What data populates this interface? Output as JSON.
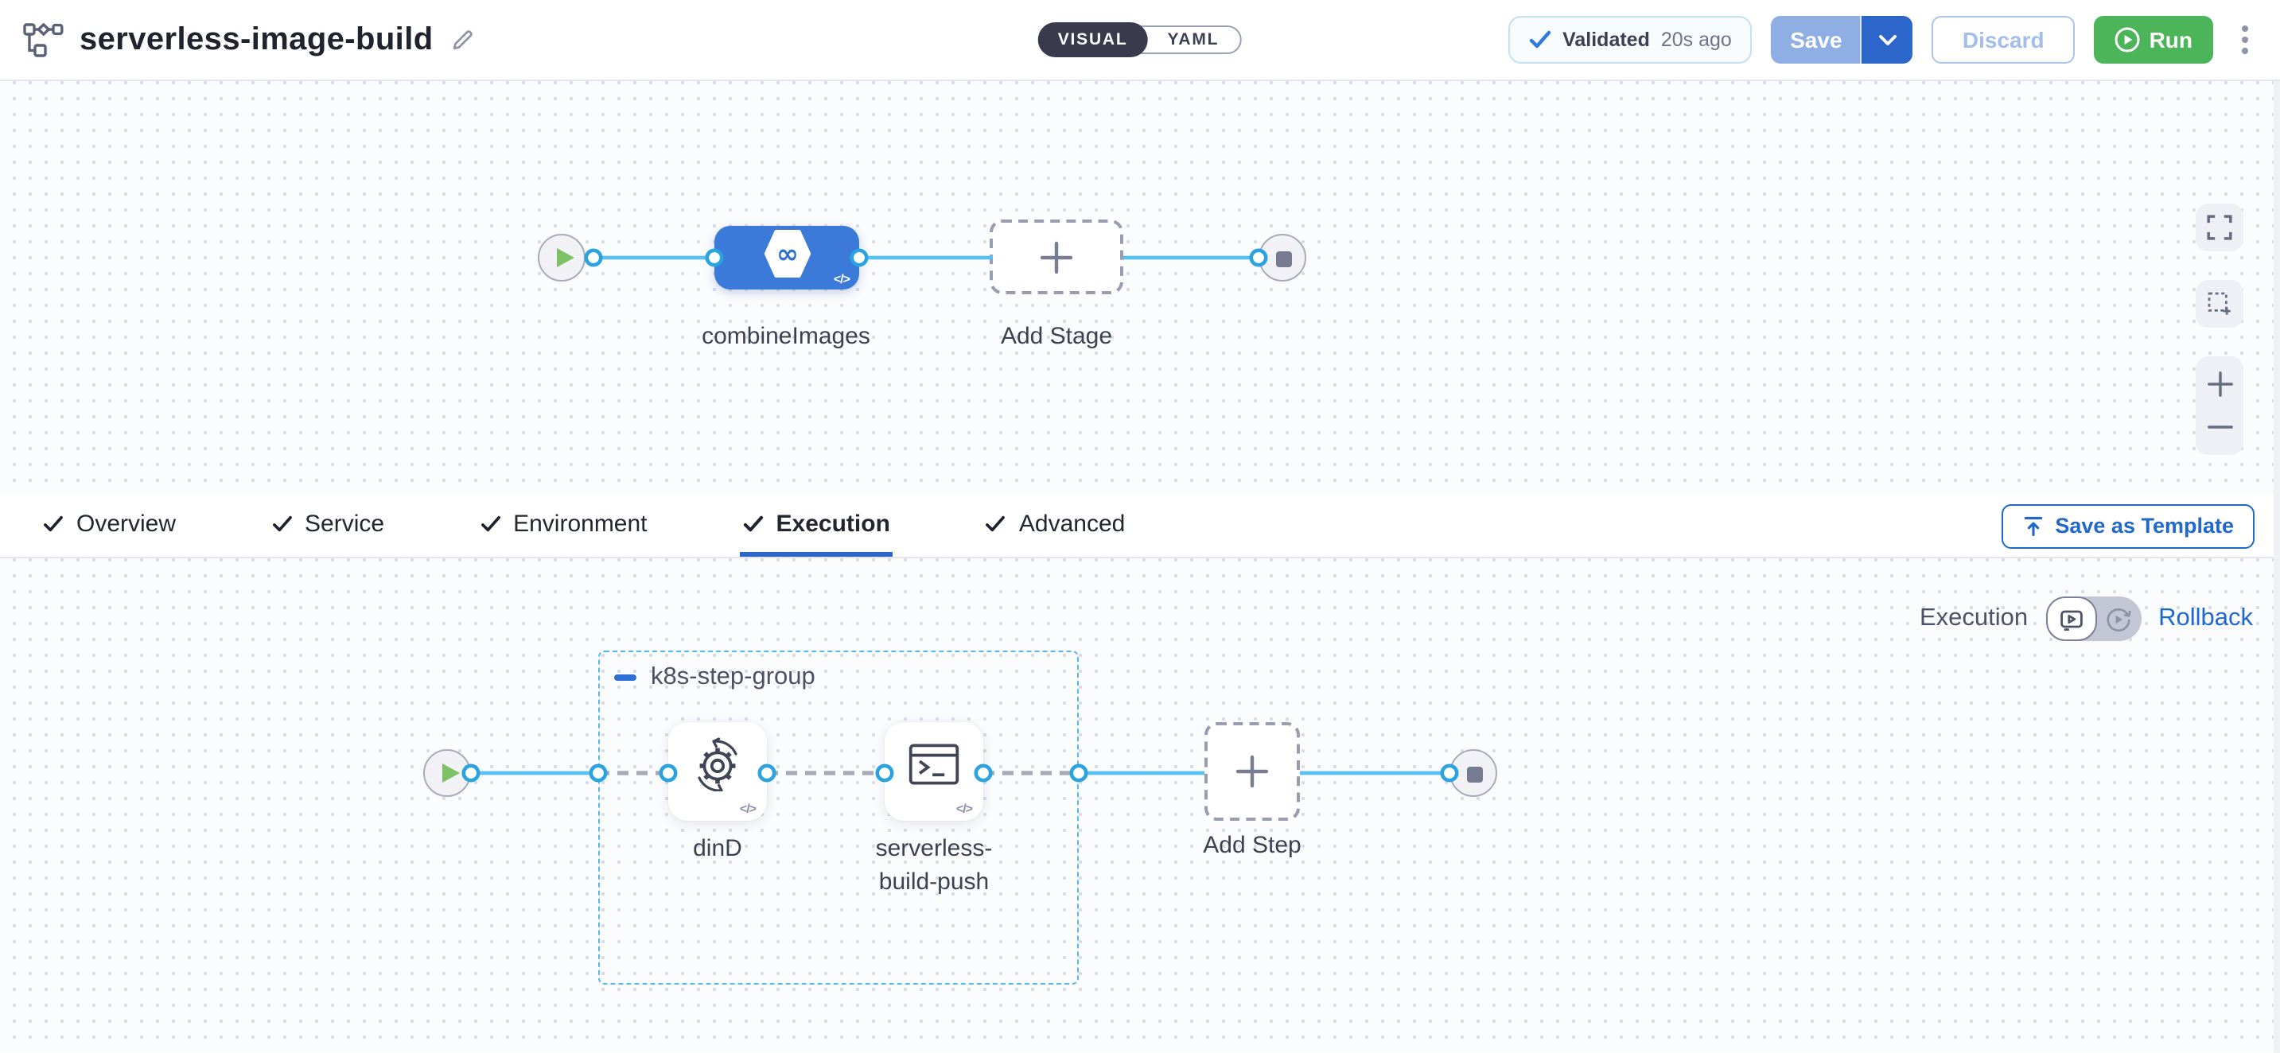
{
  "header": {
    "title": "serverless-image-build",
    "mode_visual": "VISUAL",
    "mode_yaml": "YAML",
    "validated_label": "Validated",
    "validated_time": "20s ago",
    "save_label": "Save",
    "discard_label": "Discard",
    "run_label": "Run"
  },
  "stage_canvas": {
    "stage_label": "combineImages",
    "add_stage_label": "Add Stage"
  },
  "tabs": [
    {
      "label": "Overview",
      "checked": true,
      "active": false
    },
    {
      "label": "Service",
      "checked": true,
      "active": false
    },
    {
      "label": "Environment",
      "checked": true,
      "active": false
    },
    {
      "label": "Execution",
      "checked": true,
      "active": true
    },
    {
      "label": "Advanced",
      "checked": true,
      "active": false
    }
  ],
  "toolbar": {
    "save_as_template_label": "Save as Template"
  },
  "execution_canvas": {
    "mode_label": "Execution",
    "rollback_label": "Rollback",
    "group_label": "k8s-step-group",
    "step1_label": "dinD",
    "step2_label": "serverless-build-push",
    "add_step_label": "Add Step"
  },
  "icons": {
    "infinity": "∞",
    "code": "</>",
    "kebab": "⋮",
    "plus": "+",
    "minus": "−"
  },
  "colors": {
    "primary_blue": "#2d66cb",
    "stage_blue": "#3b7ad9",
    "edge_blue": "#5bc0ee",
    "port_blue": "#2aa3e0",
    "run_green": "#4db559",
    "validated_check": "#2e79dd",
    "group_border": "#57b6ea",
    "toggle_dark": "#393a4c"
  }
}
